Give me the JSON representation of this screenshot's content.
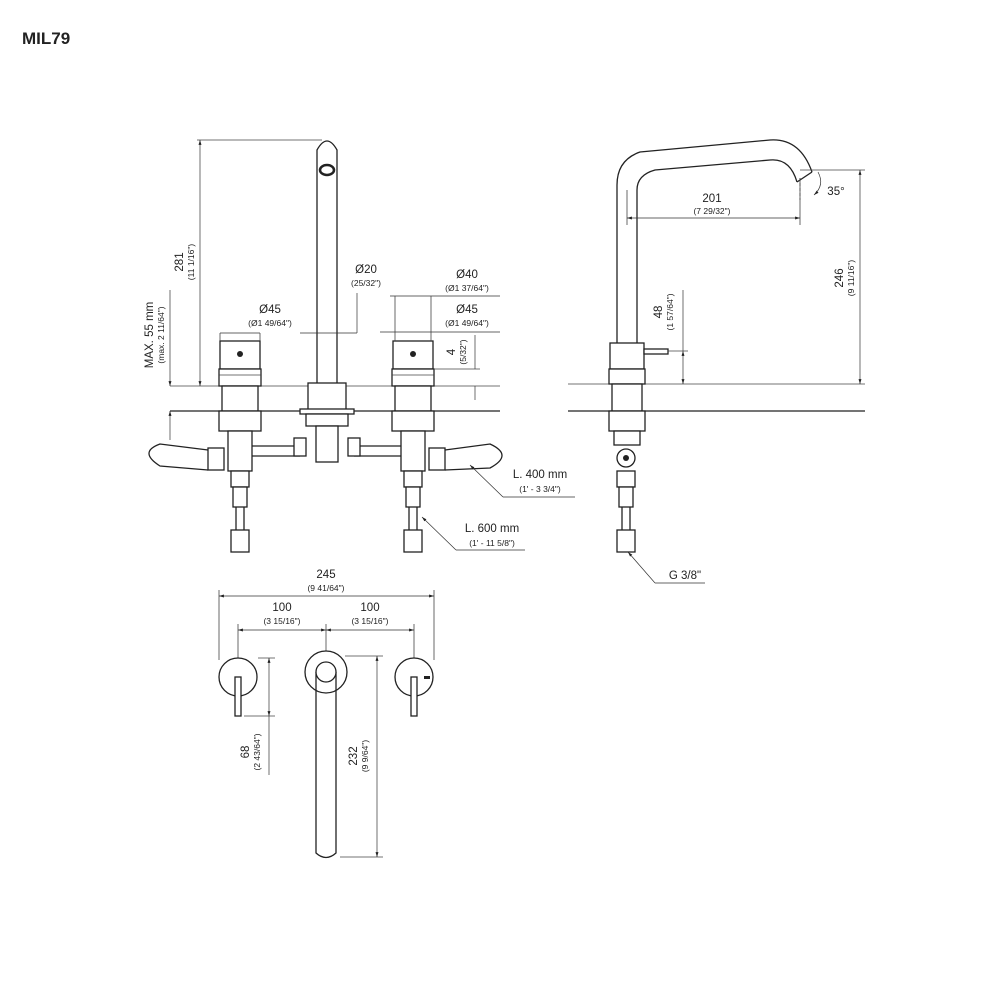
{
  "title": "MIL79",
  "front_view": {
    "h281": {
      "value": "281",
      "sub": "(11 1/16\")"
    },
    "max55": {
      "value": "MAX. 55 mm",
      "sub": "(max. 2 11/64\")"
    },
    "d45_left": {
      "value": "Ø45",
      "sub": "(Ø1 49/64\")"
    },
    "d20": {
      "value": "Ø20",
      "sub": "(25/32\")"
    },
    "d40": {
      "value": "Ø40",
      "sub": "(Ø1 37/64\")"
    },
    "d45_right": {
      "value": "Ø45",
      "sub": "(Ø1 49/64\")"
    },
    "h4": {
      "value": "4",
      "sub": "(5/32\")"
    },
    "hose400": {
      "value": "L. 400 mm",
      "sub": "(1' - 3 3/4\")"
    },
    "hose600": {
      "value": "L. 600 mm",
      "sub": "(1' - 11 5/8\")"
    }
  },
  "side_view": {
    "reach201": {
      "value": "201",
      "sub": "(7 29/32\")"
    },
    "angle": {
      "value": "35°"
    },
    "h246": {
      "value": "246",
      "sub": "(9 11/16\")"
    },
    "h48": {
      "value": "48",
      "sub": "(1 57/64\")"
    },
    "thread": {
      "value": "G 3/8\""
    }
  },
  "top_view": {
    "w245": {
      "value": "245",
      "sub": "(9 41/64\")"
    },
    "w100_left": {
      "value": "100",
      "sub": "(3 15/16\")"
    },
    "w100_right": {
      "value": "100",
      "sub": "(3 15/16\")"
    },
    "h68": {
      "value": "68",
      "sub": "(2 43/64\")"
    },
    "h232": {
      "value": "232",
      "sub": "(9 9/64\")"
    }
  }
}
